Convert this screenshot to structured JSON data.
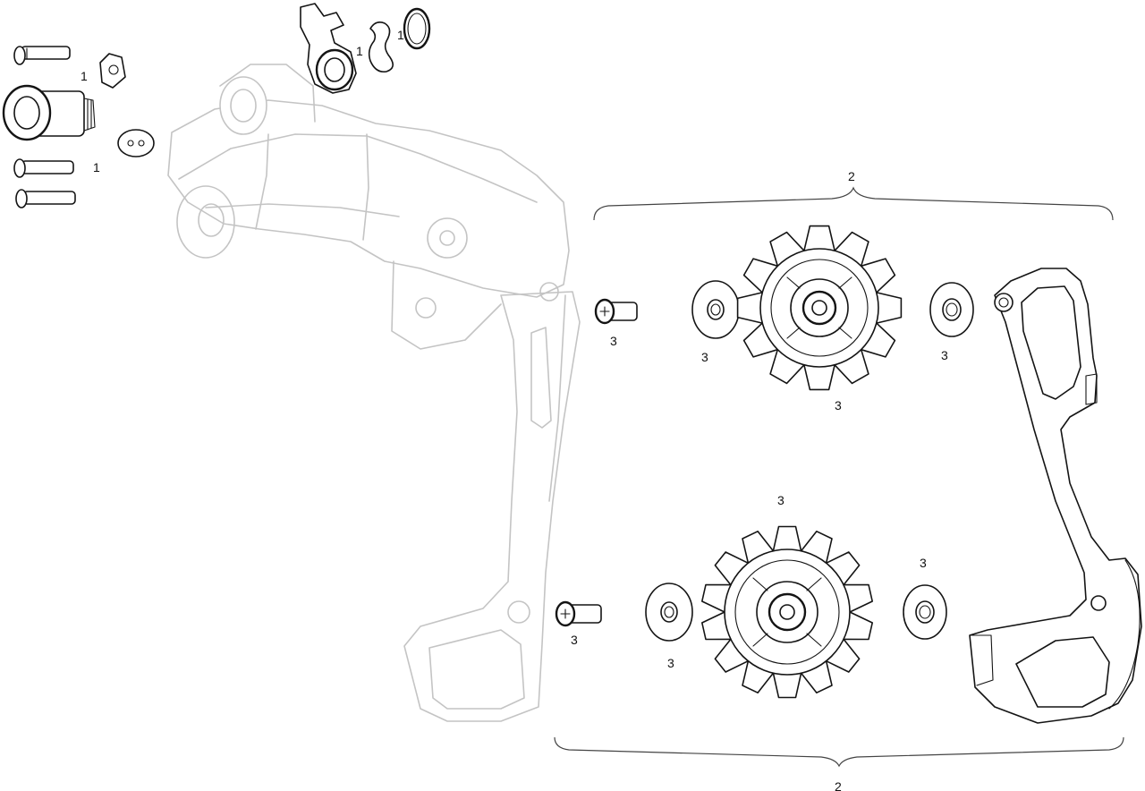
{
  "diagram": {
    "callouts": {
      "kit_mount_hardware": "1",
      "kit_hanger_parts_a": "1",
      "kit_hanger_parts_b": "1",
      "kit_bolts": "1",
      "cage_upper_group": "2",
      "cage_lower_group": "2",
      "upper_bolt": "3",
      "upper_washer_left": "3",
      "upper_pulley": "3",
      "upper_washer_right": "3",
      "lower_pulley": "3",
      "lower_washer_right": "3",
      "lower_bolt": "3",
      "lower_washer_left": "3"
    },
    "colors": {
      "line": "#141414",
      "ghost_line": "#c4c4c4",
      "background": "#ffffff"
    }
  }
}
